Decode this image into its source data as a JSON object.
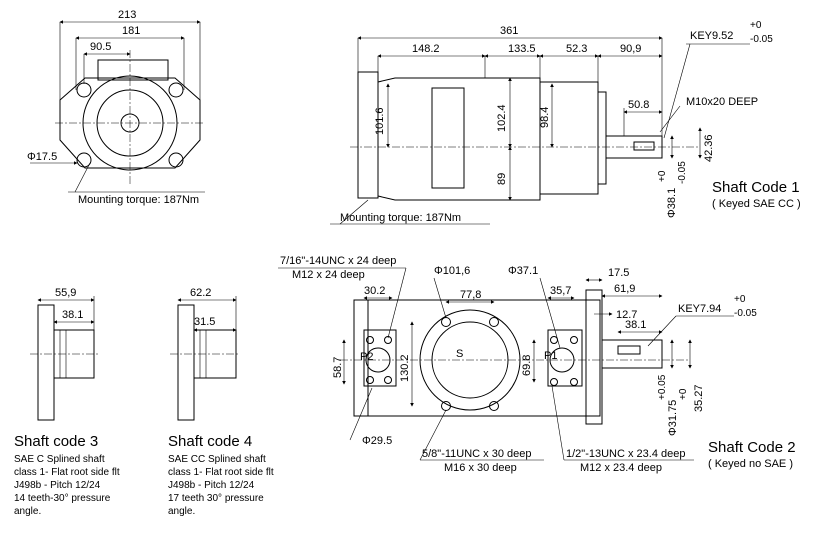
{
  "front_view": {
    "dims": [
      "213",
      "181",
      "90.5",
      "Φ17.5"
    ],
    "note": "Mounting torque: 187Nm"
  },
  "side_view": {
    "dims": [
      "361",
      "148.2",
      "133.5",
      "52.3",
      "90,9",
      "101.6",
      "102.4",
      "98.4",
      "89",
      "50.8",
      "42.36"
    ],
    "key_label": "KEY9.52",
    "key_tol_upper": "+0",
    "key_tol_lower": "-0.05",
    "thread": "M10x20 DEEP",
    "shaft_dia": "Φ38.1",
    "shaft_tol_upper": "+0",
    "shaft_tol_lower": "-0.05",
    "note": "Mounting torque: 187Nm"
  },
  "shaft_code_1": {
    "title": "Shaft Code 1",
    "subtitle": "( Keyed SAE CC )"
  },
  "shaft_code_3": {
    "dims": [
      "55,9",
      "38.1"
    ],
    "title": "Shaft code 3",
    "desc": [
      "SAE C Splined shaft",
      "class 1- Flat root side flt",
      "J498b - Pitch 12/24",
      "14 teeth-30° pressure",
      "angle."
    ]
  },
  "shaft_code_4": {
    "dims": [
      "62.2",
      "31.5"
    ],
    "title": "Shaft code 4",
    "desc": [
      "SAE CC Splined  shaft",
      "class 1- Flat root side flt",
      "J498b - Pitch 12/24",
      "17 teeth 30° pressure",
      "angle."
    ]
  },
  "port_view": {
    "thread_top_1": "7/16\"-14UNC x 24 deep",
    "thread_top_2": "M12 x 24 deep",
    "dia_101": "Φ101,6",
    "dia_37": "Φ37.1",
    "dims": [
      "30.2",
      "77,8",
      "35,7",
      "17.5",
      "61,9",
      "12.7",
      "38.1",
      "58.7",
      "130.2",
      "69.8",
      "35.27"
    ],
    "label_s": "S",
    "label_p1": "P1",
    "label_p2": "P2",
    "dia_29": "Φ29.5",
    "thread_bot_1": "5/8\"-11UNC x 30 deep",
    "thread_bot_2": "M16 x 30 deep",
    "thread_bot_3": "1/2\"-13UNC x 23.4 deep",
    "thread_bot_4": "M12 x 23.4 deep",
    "key_label": "KEY7.94",
    "key_tol_upper": "+0",
    "key_tol_lower": "-0.05",
    "shaft_dia": "Φ31.75",
    "shaft_tol_upper": "+0.05",
    "shaft_tol_lower": "+0"
  },
  "shaft_code_2": {
    "title": "Shaft Code 2",
    "subtitle": "( Keyed  no  SAE )"
  }
}
